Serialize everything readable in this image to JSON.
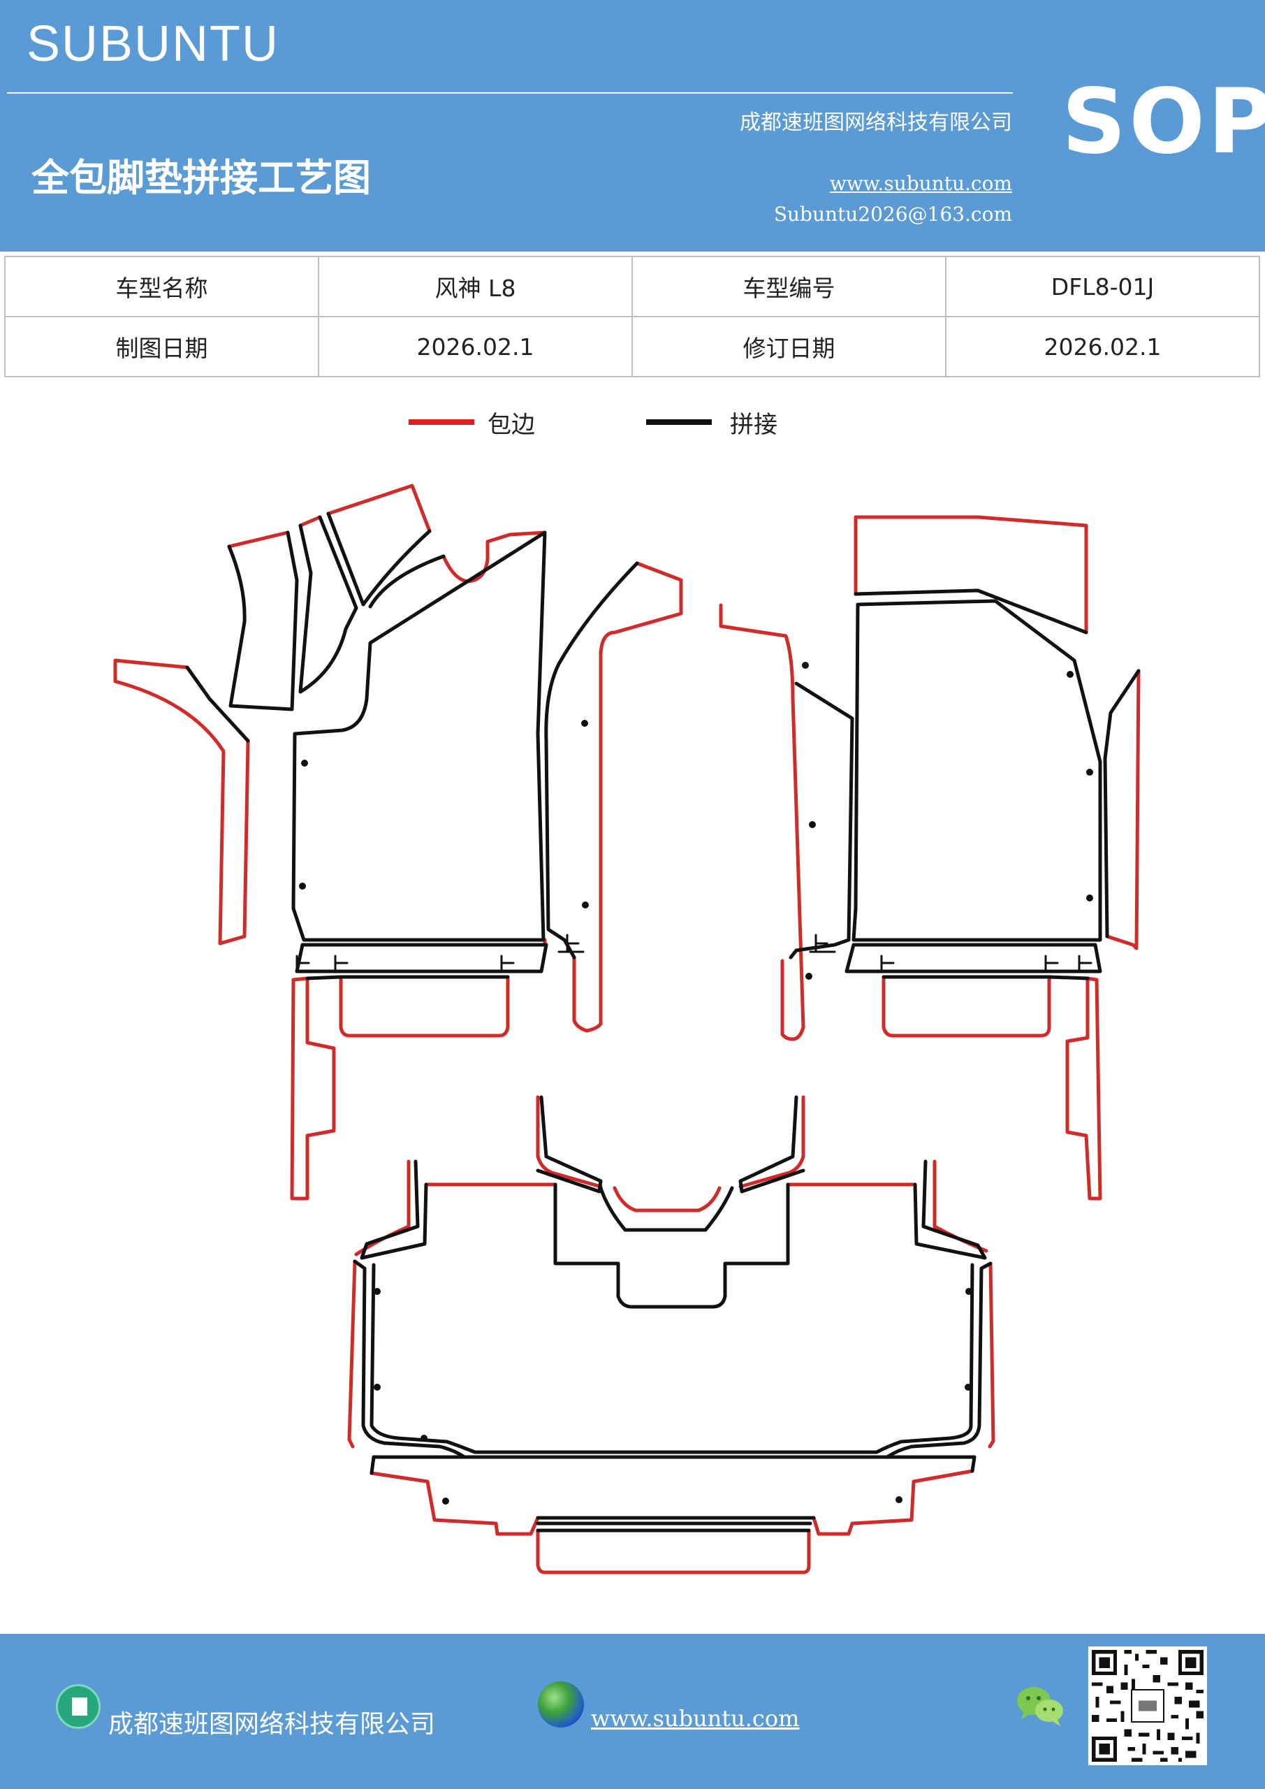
{
  "header": {
    "brand": "SUBUNTU",
    "company": "成都速班图网络科技有限公司",
    "title": "全包脚垫拼接工艺图",
    "website": "www.subuntu.com",
    "email": "Subuntu2026@163.com",
    "badge": "SOP"
  },
  "info_table": {
    "rows": [
      [
        "车型名称",
        "风神 L8",
        "车型编号",
        "DFL8-01J"
      ],
      [
        "制图日期",
        "2026.02.1",
        "修订日期",
        "2026.02.1"
      ]
    ]
  },
  "legend": {
    "items": [
      {
        "label": "包边",
        "color": "#e02020"
      },
      {
        "label": "拼接",
        "color": "#111111"
      }
    ]
  },
  "colors": {
    "header_bg": "#5b9bd5",
    "edge": "#d12a2a",
    "seam": "#111111"
  },
  "footer": {
    "company": "成都速班图网络科技有限公司",
    "website": "www.subuntu.com",
    "icons": [
      "building-icon",
      "globe-icon",
      "wechat-icon",
      "qr-code"
    ]
  }
}
